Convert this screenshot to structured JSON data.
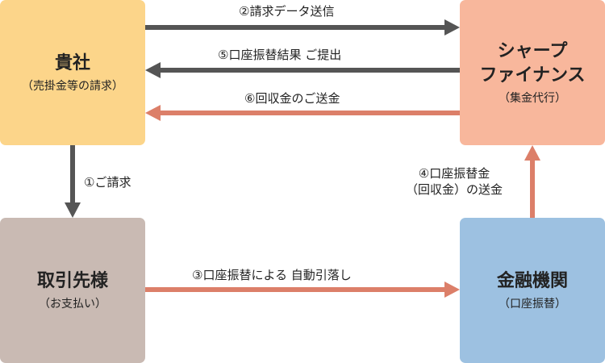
{
  "nodes": {
    "kisha": {
      "title": "貴社",
      "sub": "（売掛金等の請求）"
    },
    "sharp": {
      "title_line1": "シャープ",
      "title_line2": "ファイナンス",
      "sub": "（集金代行）"
    },
    "torihiki": {
      "title": "取引先様",
      "sub": "（お支払い）"
    },
    "kinyu": {
      "title": "金融機関",
      "sub": "（口座振替）"
    }
  },
  "steps": {
    "s1": "①ご請求",
    "s2": "②請求データ送信",
    "s3": "③口座振替による 自動引落し",
    "s4_line1": "④口座振替金",
    "s4_line2": "（回収金）の送金",
    "s5": "⑤口座振替結果 ご提出",
    "s6": "⑥回収金のご送金"
  },
  "colors": {
    "dark_arrow": "#555555",
    "salmon_arrow": "#dc7f69",
    "kisha_box": "#fcd58a",
    "sharp_box": "#f8b79c",
    "torihiki_box": "#c9bab3",
    "kinyu_box": "#9dc1e1"
  }
}
